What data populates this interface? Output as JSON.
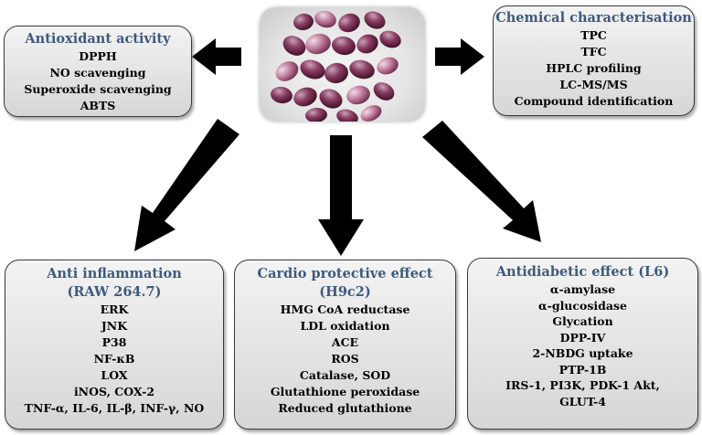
{
  "antioxidant": {
    "title": "Antioxidant activity",
    "items": [
      "DPPH",
      "NO scavenging",
      "Superoxide scavenging",
      "ABTS"
    ]
  },
  "chemical": {
    "title": "Chemical characterisation",
    "items": [
      "TPC",
      "TFC",
      "HPLC profiling",
      "LC-MS/MS",
      "Compound identification"
    ]
  },
  "anti_inflammation": {
    "title": "Anti inflammation",
    "subtitle": "(RAW 264.7)",
    "items": [
      "ERK",
      "JNK",
      "P38",
      "NF-κB",
      "LOX",
      "iNOS, COX-2",
      "TNF-α, IL-6, IL-β, INF-γ, NO"
    ]
  },
  "cardio": {
    "title": "Cardio protective effect",
    "subtitle": "(H9c2)",
    "items": [
      "HMG CoA reductase",
      "LDL oxidation",
      "ACE",
      "ROS",
      "Catalase, SOD",
      "Glutathione peroxidase",
      "Reduced glutathione"
    ]
  },
  "antidiabetic": {
    "title": "Antidiabetic effect (L6)",
    "items": [
      "α-amylase",
      "α-glucosidase",
      "Glycation",
      "DPP-IV",
      "2-NBDG uptake",
      "PTP-1B",
      "IRS-1, PI3K, PDK-1 Akt,",
      "GLUT-4"
    ]
  },
  "colors": {
    "title": "#3e5a7e",
    "arrow": "#000000",
    "seed": "#6e2a4a",
    "box_border": "#3a3a3a"
  },
  "icons": {
    "center_image": "seed-photo",
    "arrows": "arrow-icon"
  }
}
